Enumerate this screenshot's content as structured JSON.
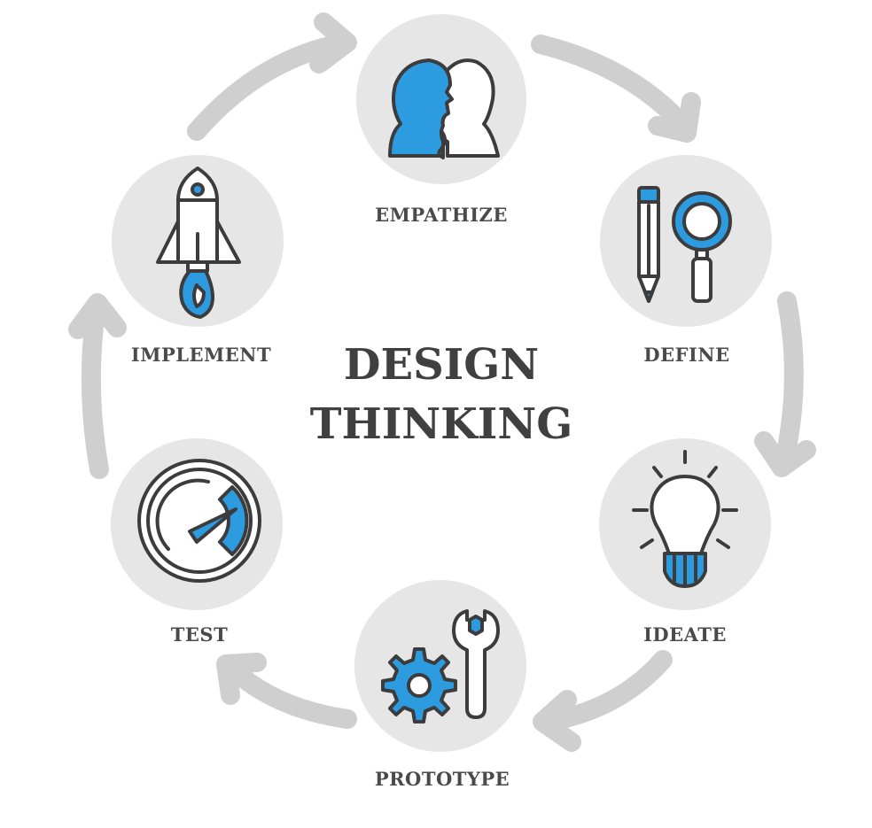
{
  "title": {
    "line1": "DESIGN",
    "line2": "THINKING"
  },
  "stages": [
    {
      "id": "empathize",
      "label": "EMPATHIZE",
      "icon": "heads-icon"
    },
    {
      "id": "define",
      "label": "DEFINE",
      "icon": "pencil-magnifier-icon"
    },
    {
      "id": "ideate",
      "label": "IDEATE",
      "icon": "lightbulb-icon"
    },
    {
      "id": "prototype",
      "label": "PROTOTYPE",
      "icon": "gear-wrench-icon"
    },
    {
      "id": "test",
      "label": "TEST",
      "icon": "gauge-icon"
    },
    {
      "id": "implement",
      "label": "IMPLEMENT",
      "icon": "rocket-icon"
    }
  ],
  "colors": {
    "accent": "#2d9be0",
    "ink": "#3c3c3c",
    "arrow": "#cfcfcf",
    "circle": "#e6e6e6",
    "text": "#404040"
  }
}
